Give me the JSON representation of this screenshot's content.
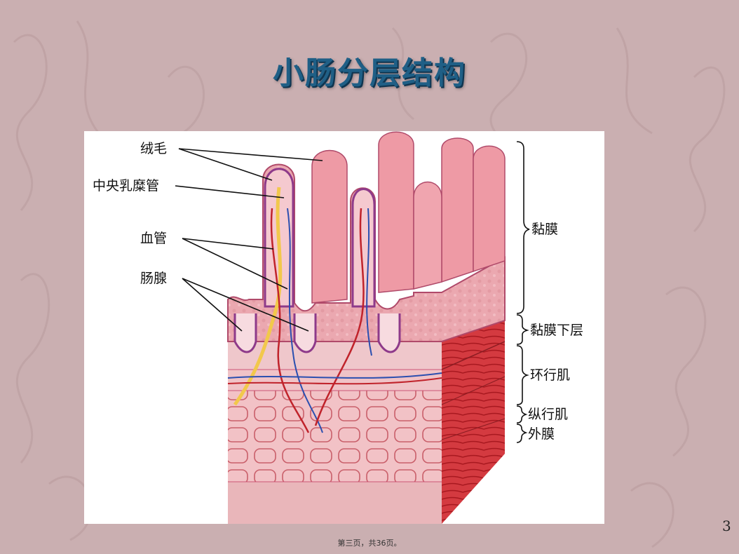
{
  "slide": {
    "title": "小肠分层结构",
    "page_number": "3",
    "footer": "第三页，共36页。"
  },
  "diagram": {
    "left_labels": {
      "villi": "绒毛",
      "lacteal": "中央乳糜管",
      "blood_vessel": "血管",
      "intestinal_gland": "肠腺"
    },
    "right_labels": {
      "mucosa": "黏膜",
      "submucosa": "黏膜下层",
      "circular_muscle": "环行肌",
      "longitudinal_muscle": "纵行肌",
      "serosa": "外膜"
    }
  },
  "colors": {
    "title": "#1f5f86",
    "background": "#c9aeb0",
    "tissue_pink": "#eaa6ae",
    "muscle_red": "#d0323a",
    "vein_blue": "#2b4fb0",
    "artery_red": "#c0232b",
    "lacteal_yellow": "#f2c84b"
  }
}
